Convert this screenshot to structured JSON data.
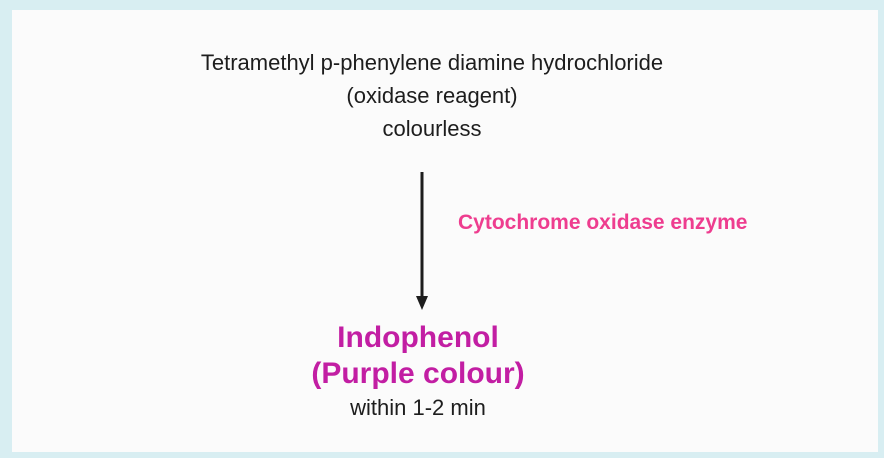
{
  "reactant": {
    "line1": "Tetramethyl p-phenylene diamine hydrochloride",
    "line2": "(oxidase reagent)",
    "line3": "colourless"
  },
  "enzyme": {
    "label": "Cytochrome oxidase enzyme"
  },
  "product": {
    "name": "Indophenol",
    "colour": "(Purple colour)",
    "time": "within 1-2 min"
  },
  "colors": {
    "background": "#d8eef2",
    "panel": "#fbfbfb",
    "text": "#1d1d1d",
    "enzyme_pink": "#ee3d8f",
    "product_purple": "#c21ea3"
  }
}
